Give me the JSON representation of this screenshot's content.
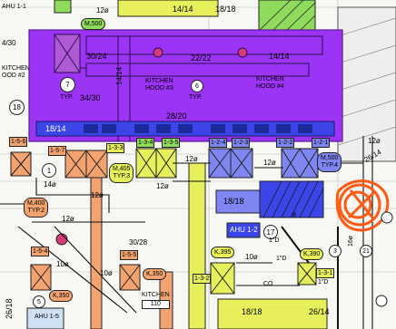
{
  "header": {
    "ahu_1_1": "AHU 1-1",
    "size_12": "12ø",
    "m500_top": "M,500",
    "duct_14_14": "14/14",
    "duct_18_18_top": "18/18",
    "size_4_30": "4/30"
  },
  "kitchen": {
    "left_label": [
      "KITCHEN",
      "OOD #2"
    ],
    "size_30_24": "30/24",
    "size_22_22": "22/22",
    "size_14_14": "14/14",
    "hood3": [
      "KITCHEN",
      "HOOD #3"
    ],
    "hood4": [
      "KITCHEN",
      "HOOD #4"
    ],
    "vertical_14_14": "14/14",
    "typ": "TYP.",
    "typ_7": "7",
    "typ_6": "6",
    "size_34_30": "34/30",
    "size_18_14": "18/14",
    "size_28_20": "28/20",
    "circle_18": "18"
  },
  "equipment_tags": {
    "t156": "1-5-6",
    "t157": "1-5-7",
    "t133": "1-3-3",
    "t134": "1-3-4",
    "t135": "1-3-5",
    "t124": "1-2-4",
    "t123": "1-2-3",
    "t122": "1-2-2",
    "t121": "1-2-1",
    "t154": "1-5-4",
    "t155": "1-5-5",
    "t132": "1-3-2",
    "t131": "1-3-1"
  },
  "pills": {
    "m405": [
      "M,405",
      "TYP.3"
    ],
    "m400": [
      "M,400",
      "TYP.2"
    ],
    "m500": [
      "M,500",
      "TYP.4"
    ],
    "k395": "K,395",
    "k390": "K,390",
    "k350_a": "K,350",
    "k350_b": "K,350",
    "kitchen_110": [
      "KITCHEN",
      "110"
    ]
  },
  "labels": {
    "c1": "1",
    "c17": "17",
    "c3": "3",
    "c5": "5",
    "c21": "21",
    "c8": "8",
    "c26_14": "26/14",
    "c12a": "12ø",
    "c12b": "12ø",
    "c12c": "12ø",
    "c12d": "12ø",
    "c12e": "12ø",
    "c12f": "12ø",
    "c10a": "10ø",
    "c10b": "10ø",
    "c10c": "10ø",
    "c14": "14ø",
    "c18_18_mid": "18/18",
    "ahu_1_2": "AHU 1-2",
    "c30_28": "30/28",
    "c26_18": "26/18",
    "ahu_1_5": "AHU 1-5",
    "one_d_a": "1\"D",
    "one_d_b": "1\"D",
    "one_d_c": "1\"D",
    "co": "CO",
    "c18_18_bot": "18/18",
    "c26_14_bot": "26/14",
    "c16": "16ø"
  },
  "colors": {
    "purple": "#9b34f5",
    "blue": "#3b45e8",
    "orange": "#f2a370",
    "yellow": "#e7f05a",
    "green": "#8fdc5c",
    "red_markup": "#ff5a14"
  }
}
